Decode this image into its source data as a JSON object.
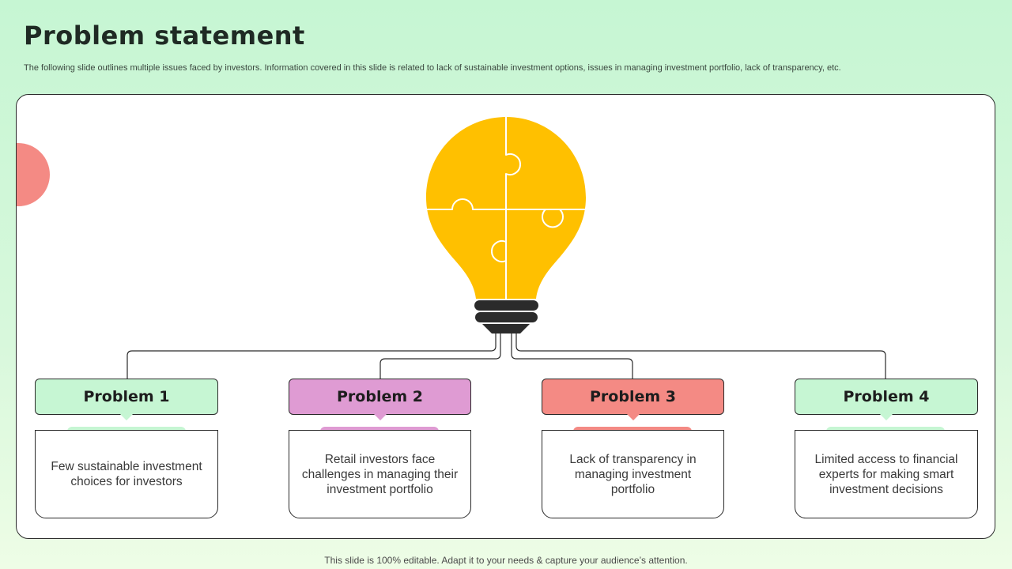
{
  "slide": {
    "title": "Problem statement",
    "subtitle": "The following slide outlines multiple issues faced by investors. Information covered in this slide is related to lack of sustainable investment options, issues in managing investment portfolio, lack of transparency, etc.",
    "footer": "This slide is 100% editable. Adapt it to your needs & capture your audience’s attention."
  },
  "colors": {
    "bulb": "#ffc000",
    "bulb_base": "#2b2b2b",
    "accent_circle": "#f48a84",
    "problem_1": "#c6f6d3",
    "problem_2": "#df9bd3",
    "problem_3": "#f48a84",
    "problem_4": "#c6f6d3"
  },
  "icons": {
    "center": "lightbulb-puzzle-icon"
  },
  "problems": [
    {
      "label": "Problem 1",
      "text": "Few sustainable investment choices for investors"
    },
    {
      "label": "Problem 2",
      "text": "Retail investors face challenges in managing their investment portfolio"
    },
    {
      "label": "Problem 3",
      "text": "Lack of transparency in managing investment portfolio"
    },
    {
      "label": "Problem 4",
      "text": "Limited access to financial experts for making smart investment decisions"
    }
  ]
}
